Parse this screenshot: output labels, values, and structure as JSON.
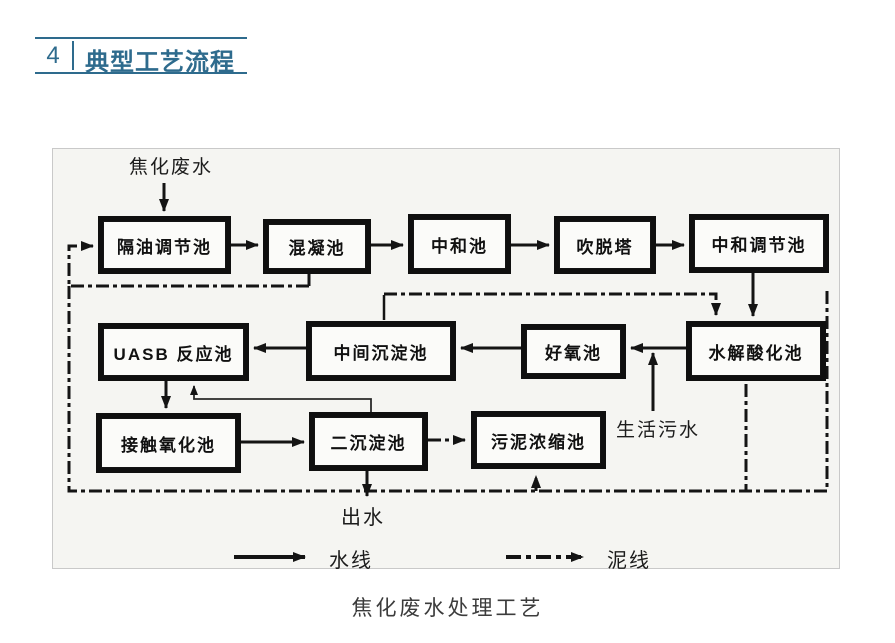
{
  "header": {
    "number": "4",
    "title": "典型工艺流程"
  },
  "diagram": {
    "source_label": "焦化废水",
    "nodes": [
      {
        "id": "oil-separation-regulation-tank",
        "label": "隔油调节池"
      },
      {
        "id": "coagulation-tank",
        "label": "混凝池"
      },
      {
        "id": "neutralization-tank",
        "label": "中和池"
      },
      {
        "id": "stripping-tower",
        "label": "吹脱塔"
      },
      {
        "id": "neutralization-regulation-tank",
        "label": "中和调节池"
      },
      {
        "id": "uasb-reactor",
        "label": "UASB 反应池"
      },
      {
        "id": "intermediate-sedimentation-tank",
        "label": "中间沉淀池"
      },
      {
        "id": "aerobic-tank",
        "label": "好氧池"
      },
      {
        "id": "hydrolysis-acidification-tank",
        "label": "水解酸化池"
      },
      {
        "id": "contact-oxidation-tank",
        "label": "接触氧化池"
      },
      {
        "id": "secondary-sedimentation-tank",
        "label": "二沉淀池"
      },
      {
        "id": "sludge-thickening-tank",
        "label": "污泥浓缩池"
      }
    ],
    "domestic_sewage_label": "生活污水",
    "effluent_label": "出水",
    "legend": {
      "water_line_label": "水线",
      "sludge_line_label": "泥线"
    }
  },
  "caption": "焦化废水处理工艺",
  "colors": {
    "accent": "#2e6b8d",
    "diagram_line": "#141414",
    "frame_border": "#c9c9c9"
  }
}
